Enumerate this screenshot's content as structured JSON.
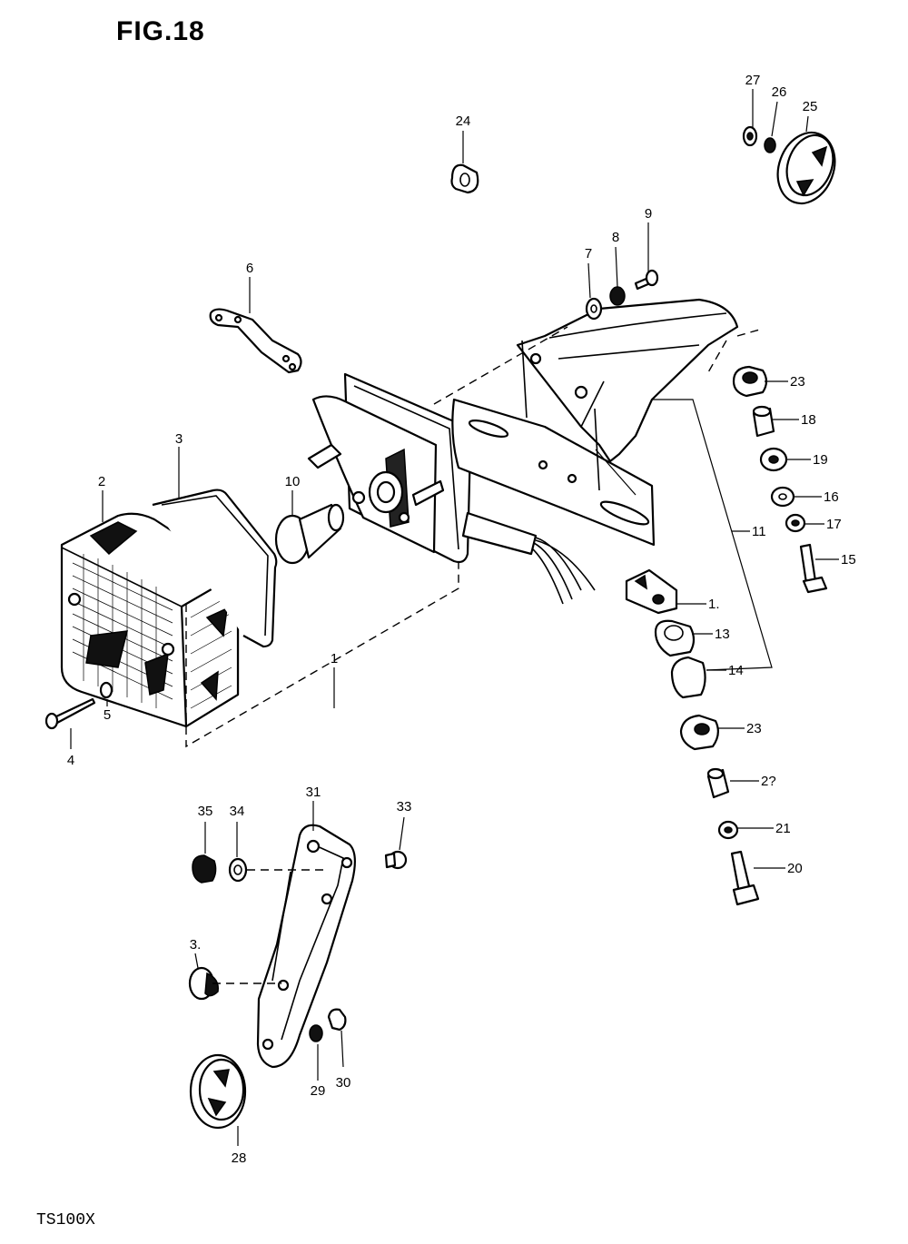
{
  "figure": {
    "title": "FIG.18",
    "model": "TS100X"
  },
  "labels": {
    "p1_main": "1",
    "p1": "1.",
    "p2": "2",
    "p3": "3",
    "p3b": "3.",
    "p4": "4",
    "p5": "5",
    "p6": "6",
    "p7": "7",
    "p8": "8",
    "p9": "9",
    "p10": "10",
    "p11": "11",
    "p13": "13",
    "p14": "14",
    "p15": "15",
    "p16": "16",
    "p17": "17",
    "p18": "18",
    "p19": "19",
    "p20": "20",
    "p21": "21",
    "p22": "2?",
    "p23a": "23",
    "p23b": "23",
    "p24": "24",
    "p25": "25",
    "p26": "26",
    "p27": "27",
    "p28": "28",
    "p29": "29",
    "p30": "30",
    "p31": "31",
    "p33": "33",
    "p34": "34",
    "p35": "35"
  }
}
